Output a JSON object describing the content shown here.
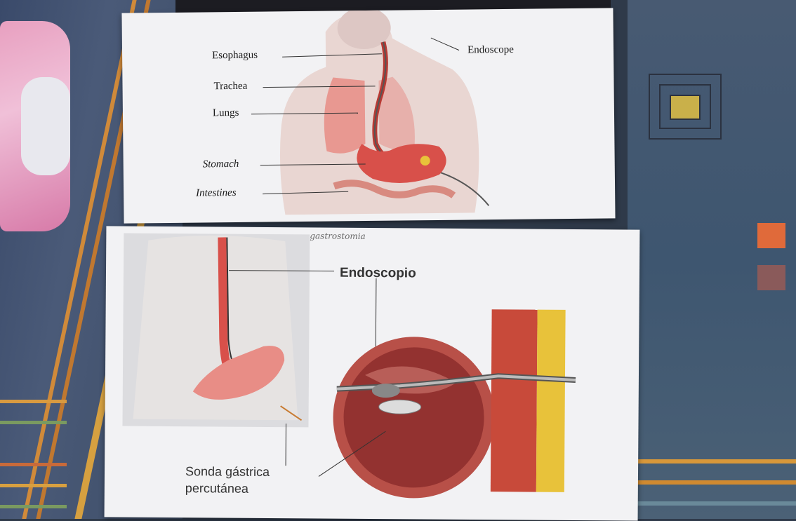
{
  "top_card": {
    "labels": {
      "esophagus": "Esophagus",
      "trachea": "Trachea",
      "lungs": "Lungs",
      "stomach": "Stomach",
      "intestines": "Intestines",
      "endoscope": "Endoscope"
    }
  },
  "bottom_card": {
    "handwritten_title": "gastrostomia",
    "labels": {
      "endoscopio": "Endoscopio",
      "sonda_line1": "Sonda gástrica",
      "sonda_line2": "percutánea"
    }
  },
  "colors": {
    "organ_red": "#d8504a",
    "organ_pink": "#e88d86",
    "card_bg": "#f2f2f4",
    "muscle": "#c84a3a",
    "fat": "#e8c23a"
  }
}
